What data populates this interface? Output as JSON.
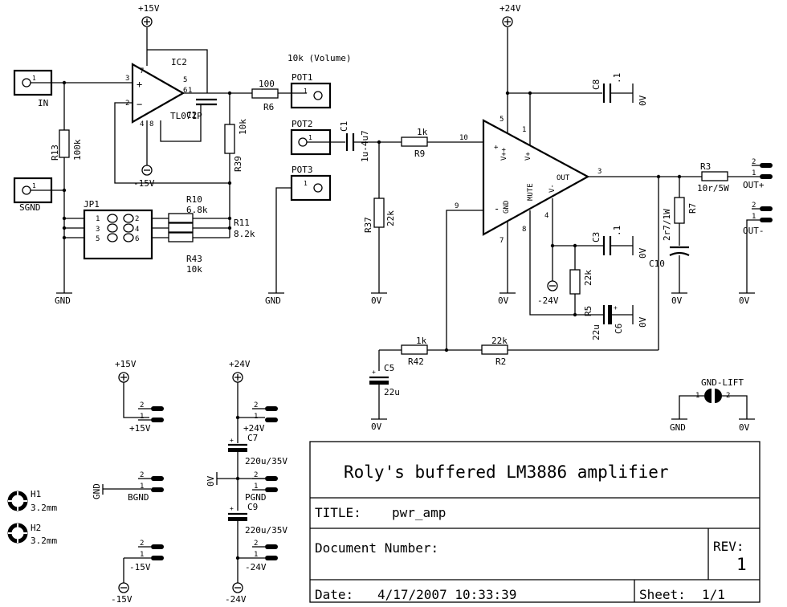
{
  "title_block": {
    "heading": "Roly's buffered LM3886 amplifier",
    "title_label": "TITLE:",
    "title_value": "pwr_amp",
    "docnum_label": "Document Number:",
    "rev_label": "REV:",
    "rev_value": "1",
    "date_label": "Date:",
    "date_value": "4/17/2007 10:33:39",
    "sheet_label": "Sheet:",
    "sheet_value": "1/1"
  },
  "supplies": {
    "p15": "+15V",
    "m15": "-15V",
    "p24": "+24V",
    "m24": "-24V",
    "zero": "0V",
    "gnd": "GND"
  },
  "connectors": {
    "in": "IN",
    "sgnd": "SGND",
    "pot1": "POT1",
    "pot2": "POT2",
    "pot3": "POT3",
    "pot_caption": "10k (Volume)",
    "out_plus": "OUT+",
    "out_minus": "OUT-",
    "p15_conn": "+15V",
    "bgnd": "BGND",
    "m15_conn": "-15V",
    "p24_conn": "+24V",
    "pgnd": "PGND",
    "m24_conn": "-24V",
    "gnd_lift": "GND-LIFT",
    "jp1": "JP1",
    "pin1": "1",
    "pin2": "2"
  },
  "ic2": {
    "ref": "IC2",
    "part": "TL071P",
    "pins": [
      "7",
      "3",
      "2",
      "5",
      "6",
      "1",
      "4",
      "8"
    ]
  },
  "lm3886": {
    "labels": [
      "V++",
      "V+",
      "GND",
      "MUTE",
      "V-",
      "OUT",
      "+",
      "-"
    ],
    "pins": [
      "5",
      "1",
      "10",
      "9",
      "7",
      "8",
      "4",
      "3"
    ]
  },
  "resistors": [
    {
      "ref": "R6",
      "value": "100"
    },
    {
      "ref": "R39",
      "value": "10k"
    },
    {
      "ref": "R13",
      "value": "100k"
    },
    {
      "ref": "R10",
      "value": "6.8k"
    },
    {
      "ref": "R11",
      "value": "8.2k"
    },
    {
      "ref": "R43",
      "value": "10k"
    },
    {
      "ref": "R9",
      "value": "1k"
    },
    {
      "ref": "R37",
      "value": "22k"
    },
    {
      "ref": "R42",
      "value": "1k"
    },
    {
      "ref": "R2",
      "value": "22k"
    },
    {
      "ref": "R5",
      "value": "22k"
    },
    {
      "ref": "R3",
      "value": "10r/5W"
    },
    {
      "ref": "R7",
      "value": "2r7/1W"
    }
  ],
  "capacitors": [
    {
      "ref": "C2",
      "value": ""
    },
    {
      "ref": "C1",
      "value": "1u-4u7"
    },
    {
      "ref": "C8",
      "value": ".1"
    },
    {
      "ref": "C3",
      "value": ".1"
    },
    {
      "ref": "C6",
      "value": "22u"
    },
    {
      "ref": "C5",
      "value": "22u"
    },
    {
      "ref": "C10",
      "value": ""
    },
    {
      "ref": "C7",
      "value": "220u/35V"
    },
    {
      "ref": "C9",
      "value": "220u/35V"
    }
  ],
  "jumper_pins": [
    "1",
    "2",
    "3",
    "4",
    "5",
    "6"
  ],
  "holes": [
    {
      "ref": "H1",
      "value": "3.2mm"
    },
    {
      "ref": "H2",
      "value": "3.2mm"
    }
  ],
  "colors": {
    "ink": "#000000",
    "paper": "#ffffff"
  }
}
